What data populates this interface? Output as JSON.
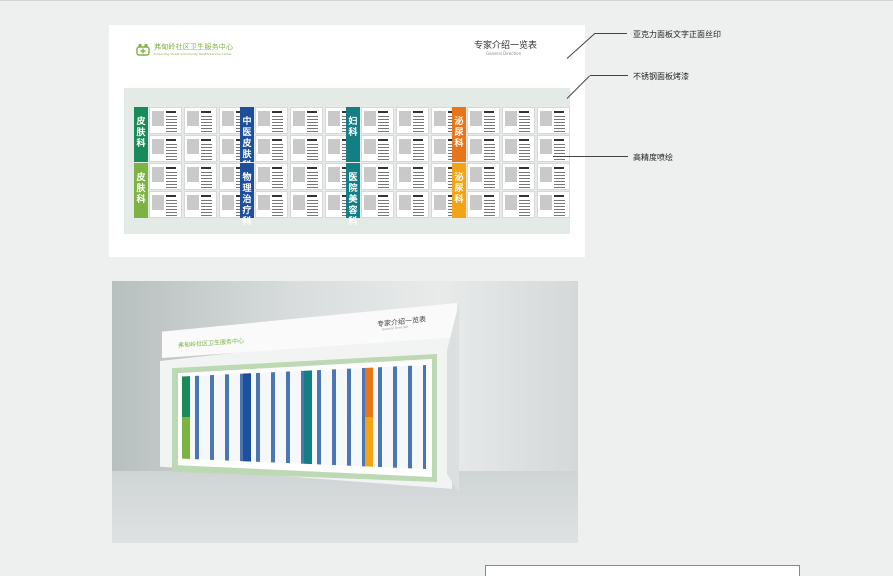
{
  "sign": {
    "logo_cn": "弗甸岭社区卫生服务中心",
    "logo_en": "Fudianling Street Community Health Service Center",
    "title_cn": "专家介绍一览表",
    "title_en": "General Direction"
  },
  "departments": [
    {
      "label": "皮肤科",
      "color": "#1b8a5a"
    },
    {
      "label": "皮肤科",
      "color": "#7cb342"
    },
    {
      "label": "中医皮肤科",
      "color": "#1e4f9c"
    },
    {
      "label": "物理治疗科",
      "color": "#1e4f9c"
    },
    {
      "label": "妇科",
      "color": "#137f84"
    },
    {
      "label": "医院美容科",
      "color": "#137f84"
    },
    {
      "label": "泌尿科",
      "color": "#e8751a"
    },
    {
      "label": "泌尿科",
      "color": "#f2a416"
    }
  ],
  "callouts": {
    "acrylic": "亚克力面板文字正面丝印",
    "stainless": "不锈钢面板烤漆",
    "print": "高精度喷绘"
  },
  "colors": {
    "brand_green": "#7cb342",
    "panel_bg": "#e4ebe6"
  }
}
